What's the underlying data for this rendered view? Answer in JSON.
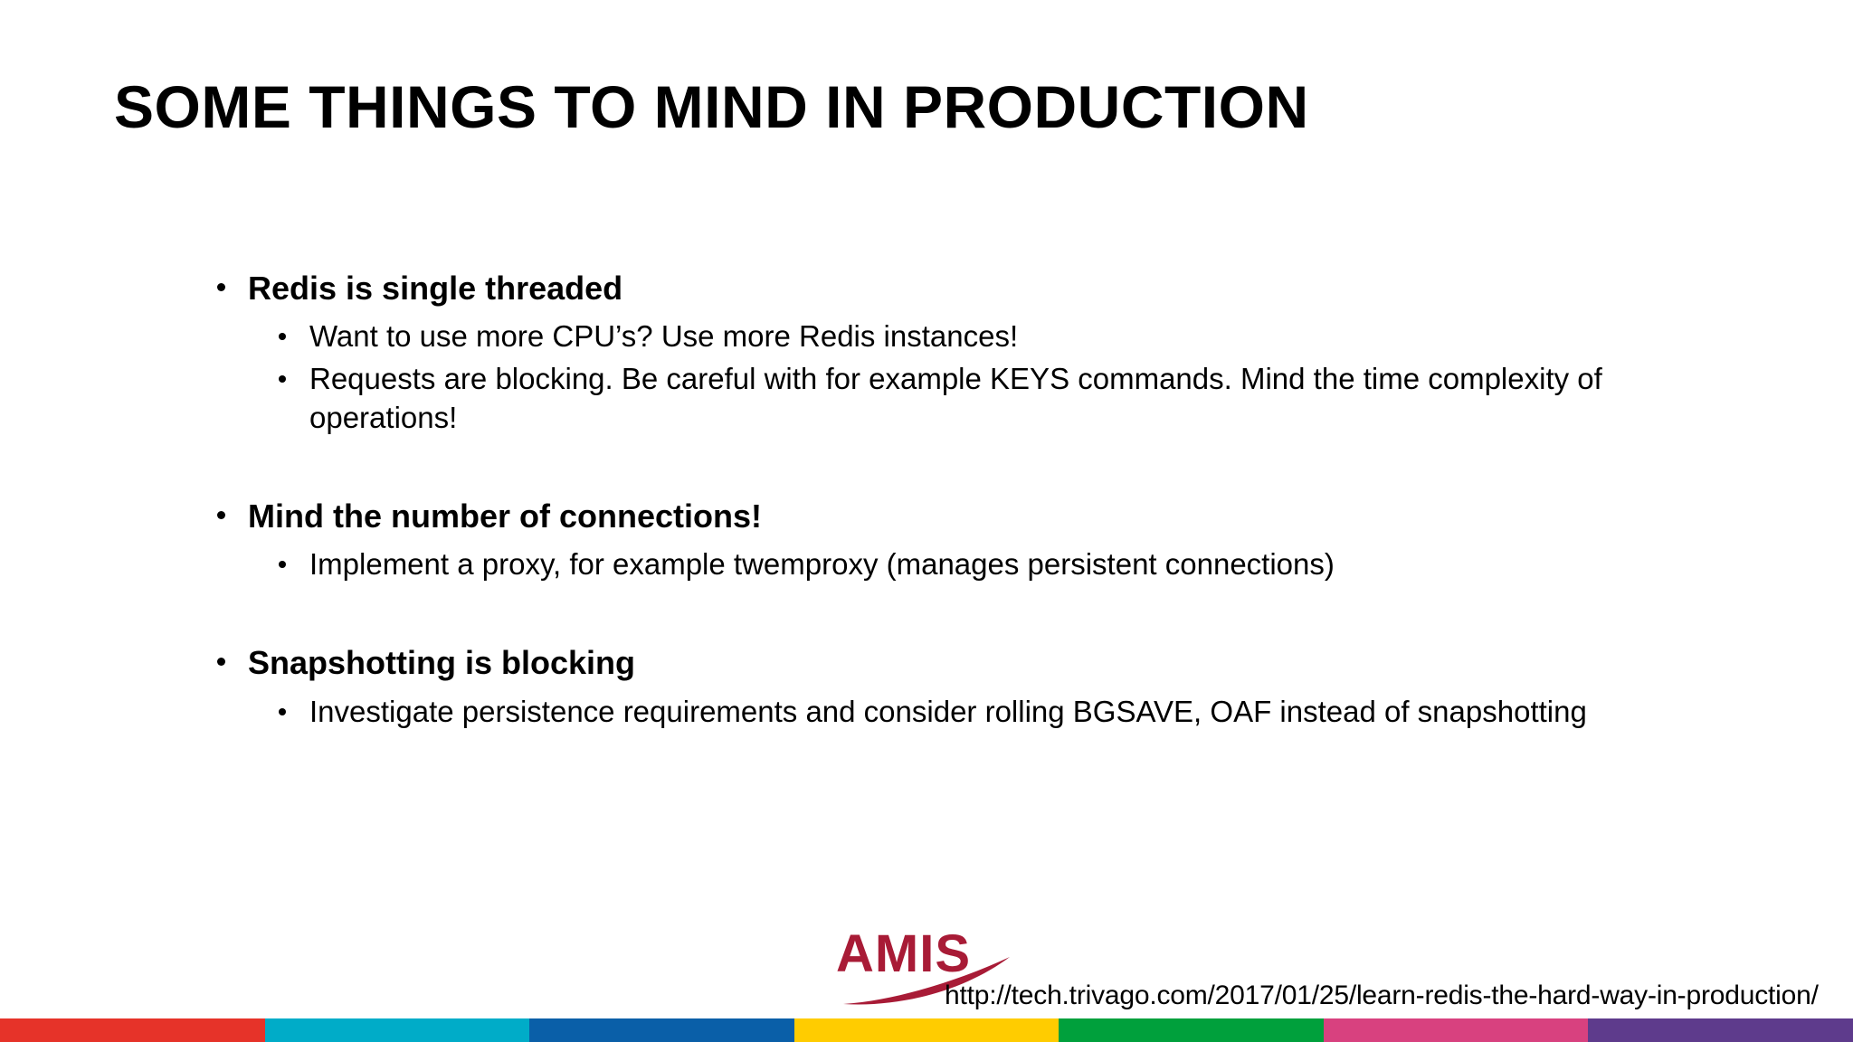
{
  "slide": {
    "title": "SOME THINGS TO MIND IN PRODUCTION",
    "groups": [
      {
        "heading": "Redis is single threaded",
        "points": [
          "Want to use more CPU’s? Use more Redis instances!",
          "Requests are blocking. Be careful with for example KEYS commands. Mind the time complexity of operations!"
        ]
      },
      {
        "heading": "Mind the number of connections!",
        "points": [
          "Implement a proxy, for example twemproxy (manages persistent connections)"
        ]
      },
      {
        "heading": "Snapshotting is blocking",
        "points": [
          "Investigate persistence requirements and consider rolling BGSAVE, OAF instead of snapshotting"
        ]
      }
    ]
  },
  "footer": {
    "logo_text": "AMIS",
    "logo_color": "#A81B36",
    "url": "http://tech.trivago.com/2017/01/25/learn-redis-the-hard-way-in-production/"
  },
  "color_bar": {
    "colors": [
      "#E63329",
      "#00ACC8",
      "#0A5FA8",
      "#FFCC00",
      "#00A03C",
      "#D8417F",
      "#5E3B8C"
    ]
  }
}
